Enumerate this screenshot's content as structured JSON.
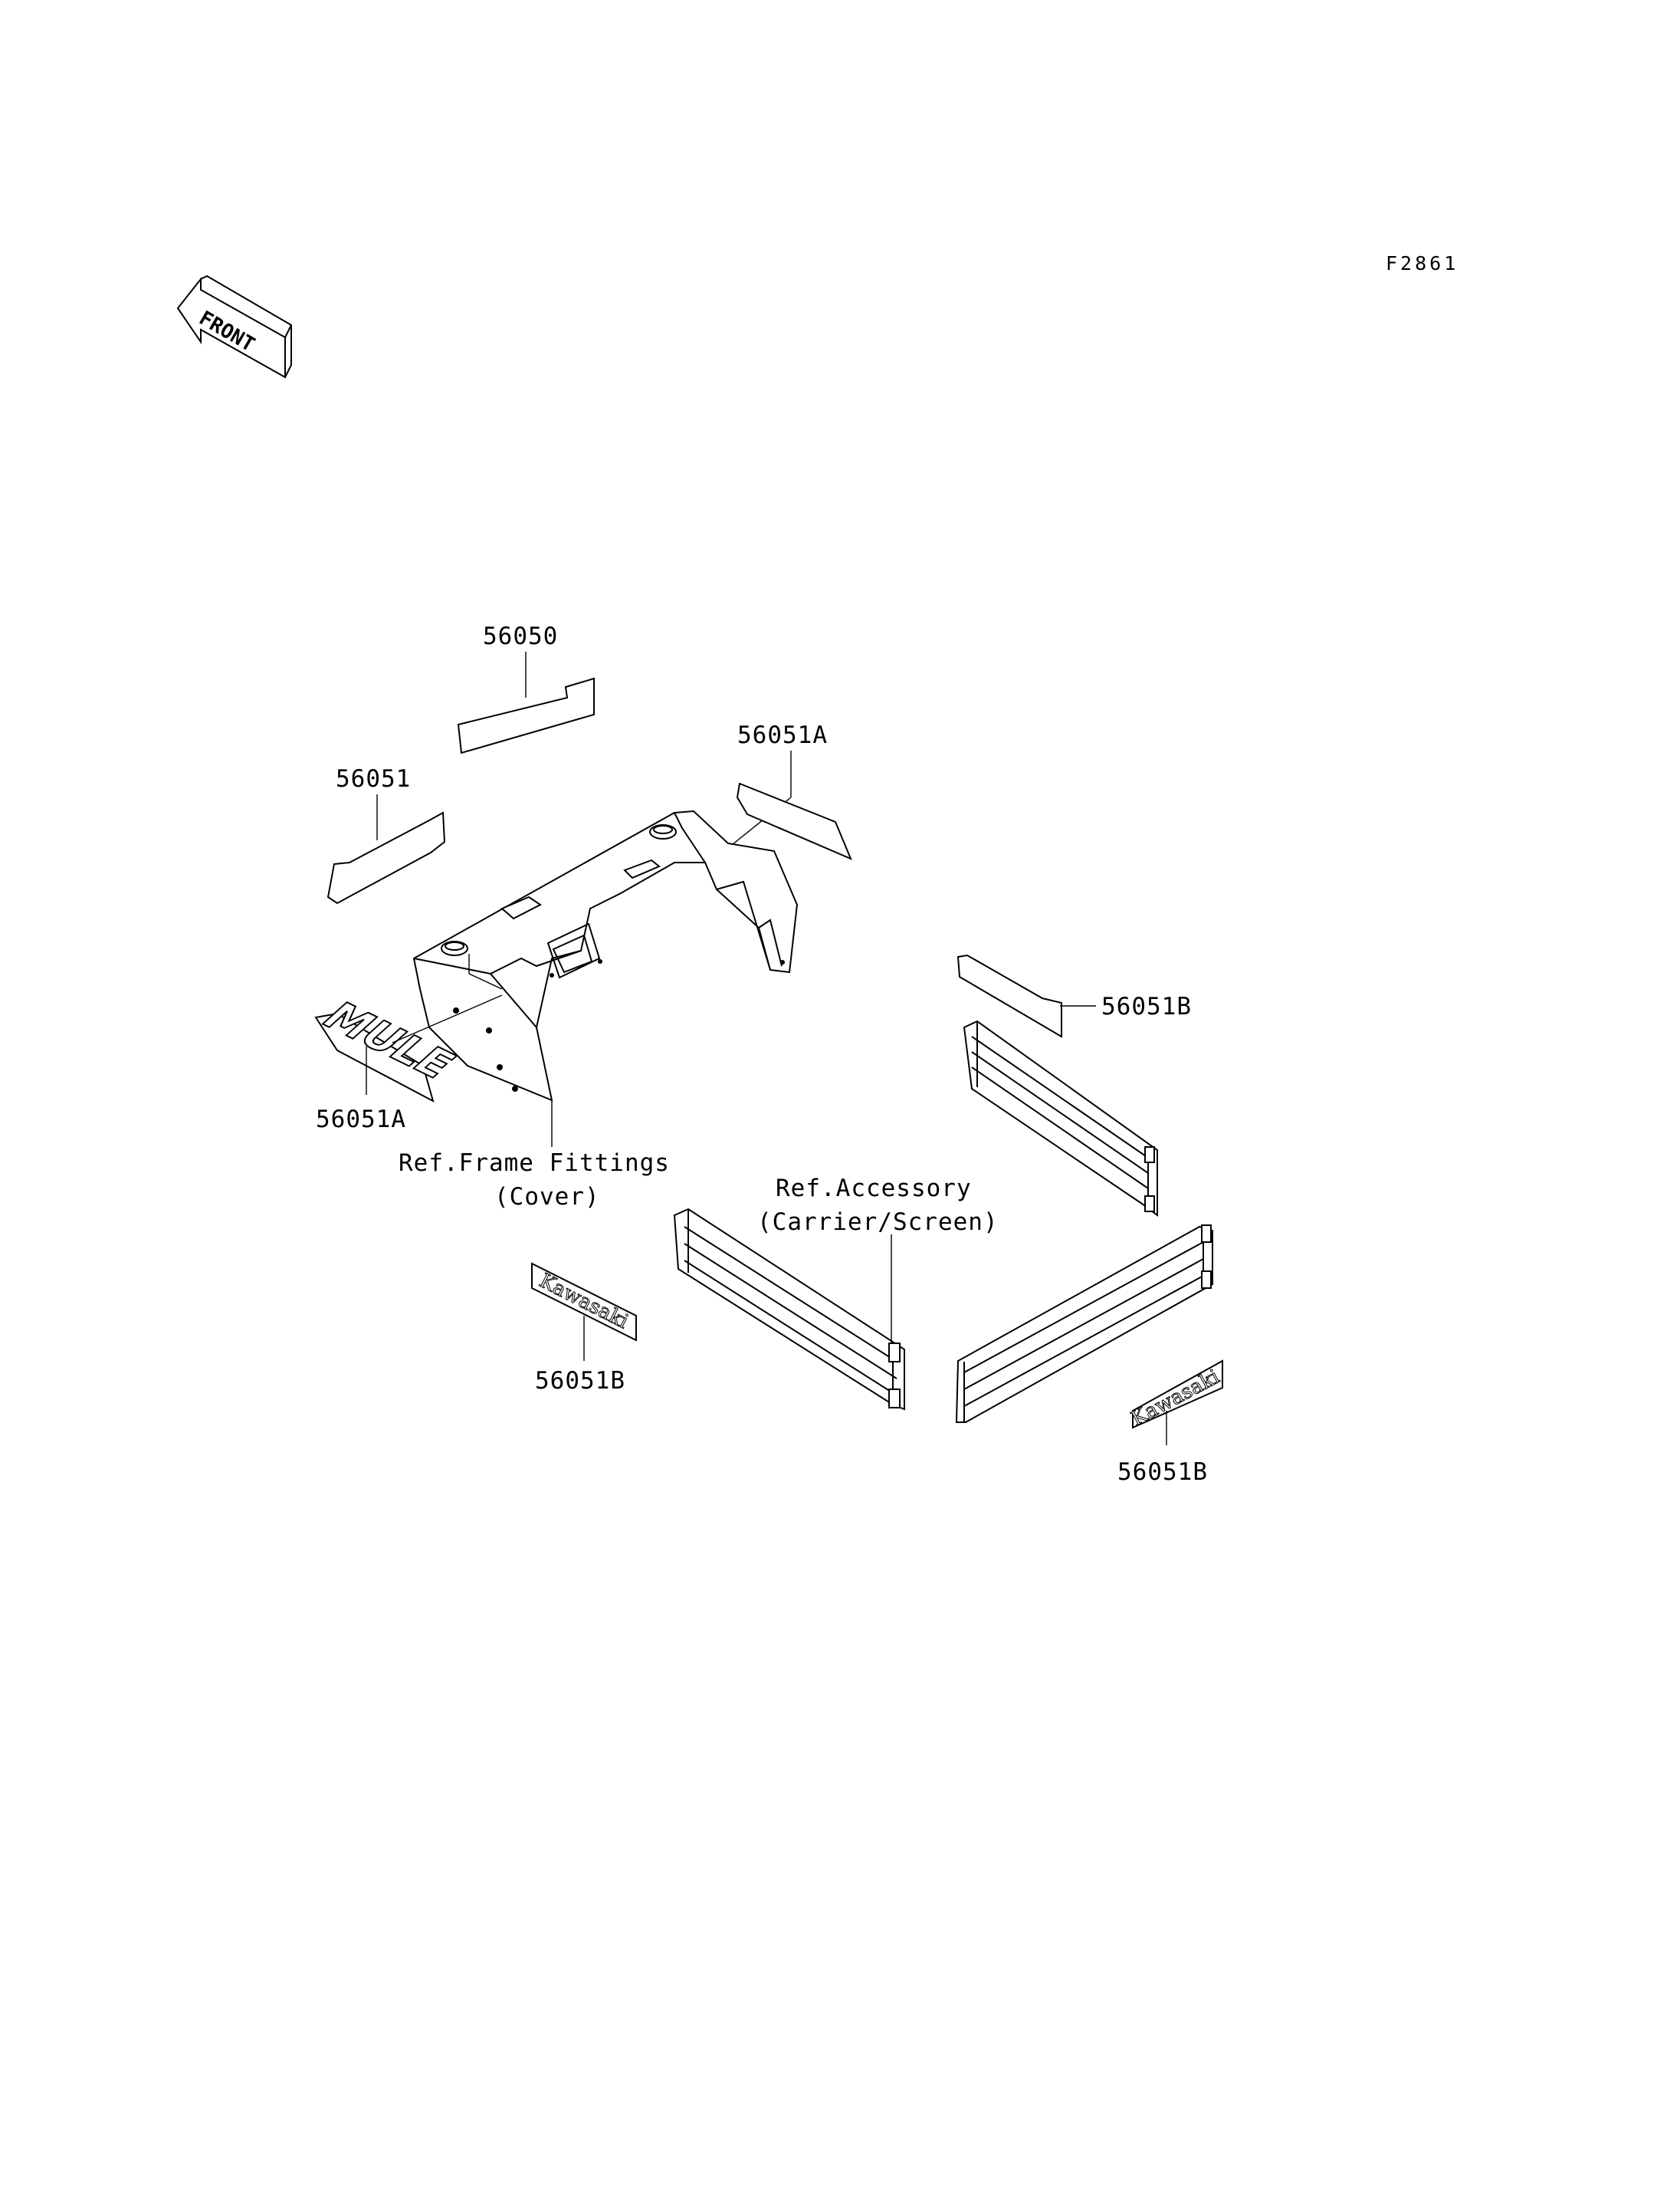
{
  "figure_code": "F2861",
  "front_arrow_label": "FRONT",
  "parts": {
    "p56050": "56050",
    "p56051": "56051",
    "p56051A_top": "56051A",
    "p56051A_mule": "56051A",
    "p56051B_top": "56051B",
    "p56051B_left": "56051B",
    "p56051B_right": "56051B"
  },
  "references": {
    "frame_fittings_line1": "Ref.Frame Fittings",
    "frame_fittings_line2": "(Cover)",
    "accessory_line1": "Ref.Accessory",
    "accessory_line2": "(Carrier/Screen)"
  },
  "decals": {
    "mule_text": "MULE",
    "kawasaki_left": "Kawasaki",
    "kawasaki_right": "Kawasaki"
  }
}
